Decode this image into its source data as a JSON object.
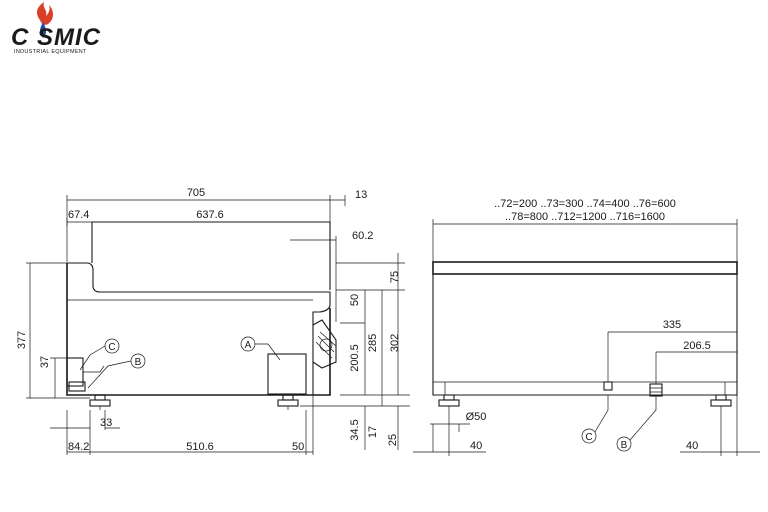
{
  "logo": {
    "brand": "C   SMIC",
    "tagline": "INDUSTRIAL EQUIPMENT",
    "accent_blue": "#1f4fa0",
    "accent_red": "#d8402a"
  },
  "side_view": {
    "overall_width": "705",
    "right_overhang": "13",
    "rear_offset": "67.4",
    "top_length": "637.6",
    "knob_projection": "60.2",
    "total_height": "377",
    "top_thickness": "75",
    "front_top": "50",
    "front_height": "302",
    "mid_height": "285",
    "knob_height": "200.5",
    "lower_height": "37",
    "feet_offset_left": "33",
    "feet_offset_left2": "84.2",
    "feet_span": "510.6",
    "feet_offset_right": "50",
    "feet_clear": "34.5",
    "base_height": "17",
    "leg_height": "25",
    "callout_a": "A",
    "callout_b": "B",
    "callout_c": "C"
  },
  "front_view": {
    "width_codes_row1": "..72=200  ..73=300  ..74=400  ..76=600",
    "width_codes_row2": "..78=800  ..712=1200  ..716=1600",
    "conn_c_offset": "335",
    "conn_b_offset": "206.5",
    "foot_diameter": "Ø50",
    "foot_left_offset": "40",
    "foot_right_offset": "40",
    "callout_b": "B",
    "callout_c": "C"
  }
}
